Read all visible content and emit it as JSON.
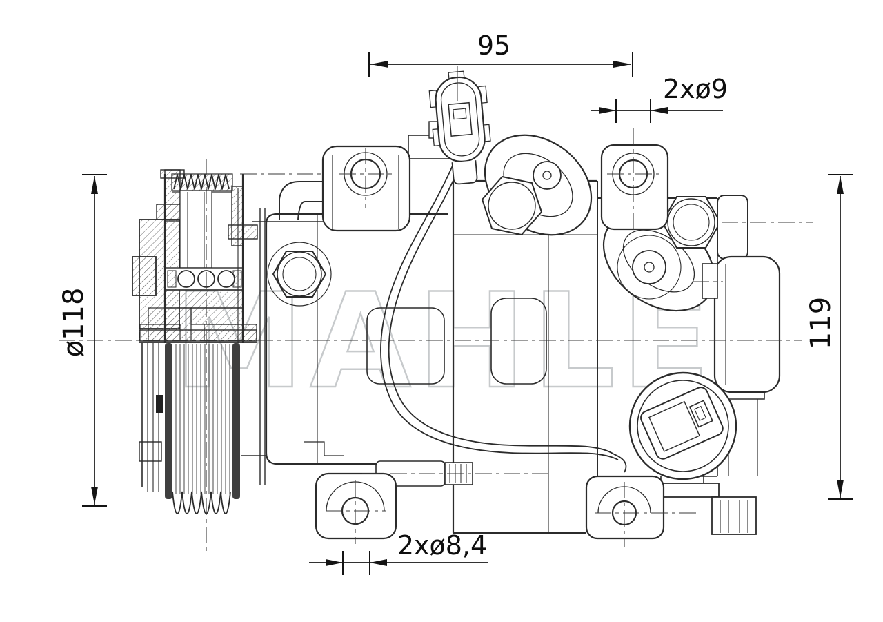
{
  "meta": {
    "background": "#ffffff",
    "line_color": "#2b2b2b",
    "dimension_color": "#0e0e0e",
    "watermark_color": "#c7cacc",
    "drawing_type": "technical dimensional drawing of an A/C compressor"
  },
  "watermark": {
    "text": "MAHLE"
  },
  "dimensions": {
    "top_length": {
      "label": "95"
    },
    "top_right_hole": {
      "label": "2xø9"
    },
    "left_diameter": {
      "label": "ø118"
    },
    "right_height": {
      "label": "119"
    },
    "bottom_hole": {
      "label": "2xø8,4"
    }
  }
}
